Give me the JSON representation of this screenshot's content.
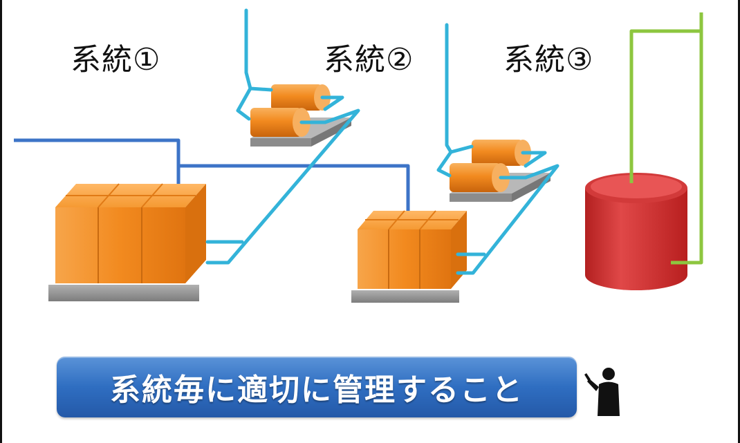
{
  "systems": [
    {
      "label": "系統①"
    },
    {
      "label": "系統②"
    },
    {
      "label": "系統③"
    }
  ],
  "banner": {
    "text": "系統毎に適切に管理すること"
  },
  "colors": {
    "pipe_blue": "#3d74c7",
    "pipe_cyan": "#33b3d9",
    "pipe_green": "#8dc63f",
    "tank_orange": "#f28a1f",
    "tank_red": "#d93232",
    "base_gray": "#9a9a9a",
    "banner_blue": "#2f6ec1"
  },
  "icons": [
    "presenter-silhouette-icon"
  ]
}
